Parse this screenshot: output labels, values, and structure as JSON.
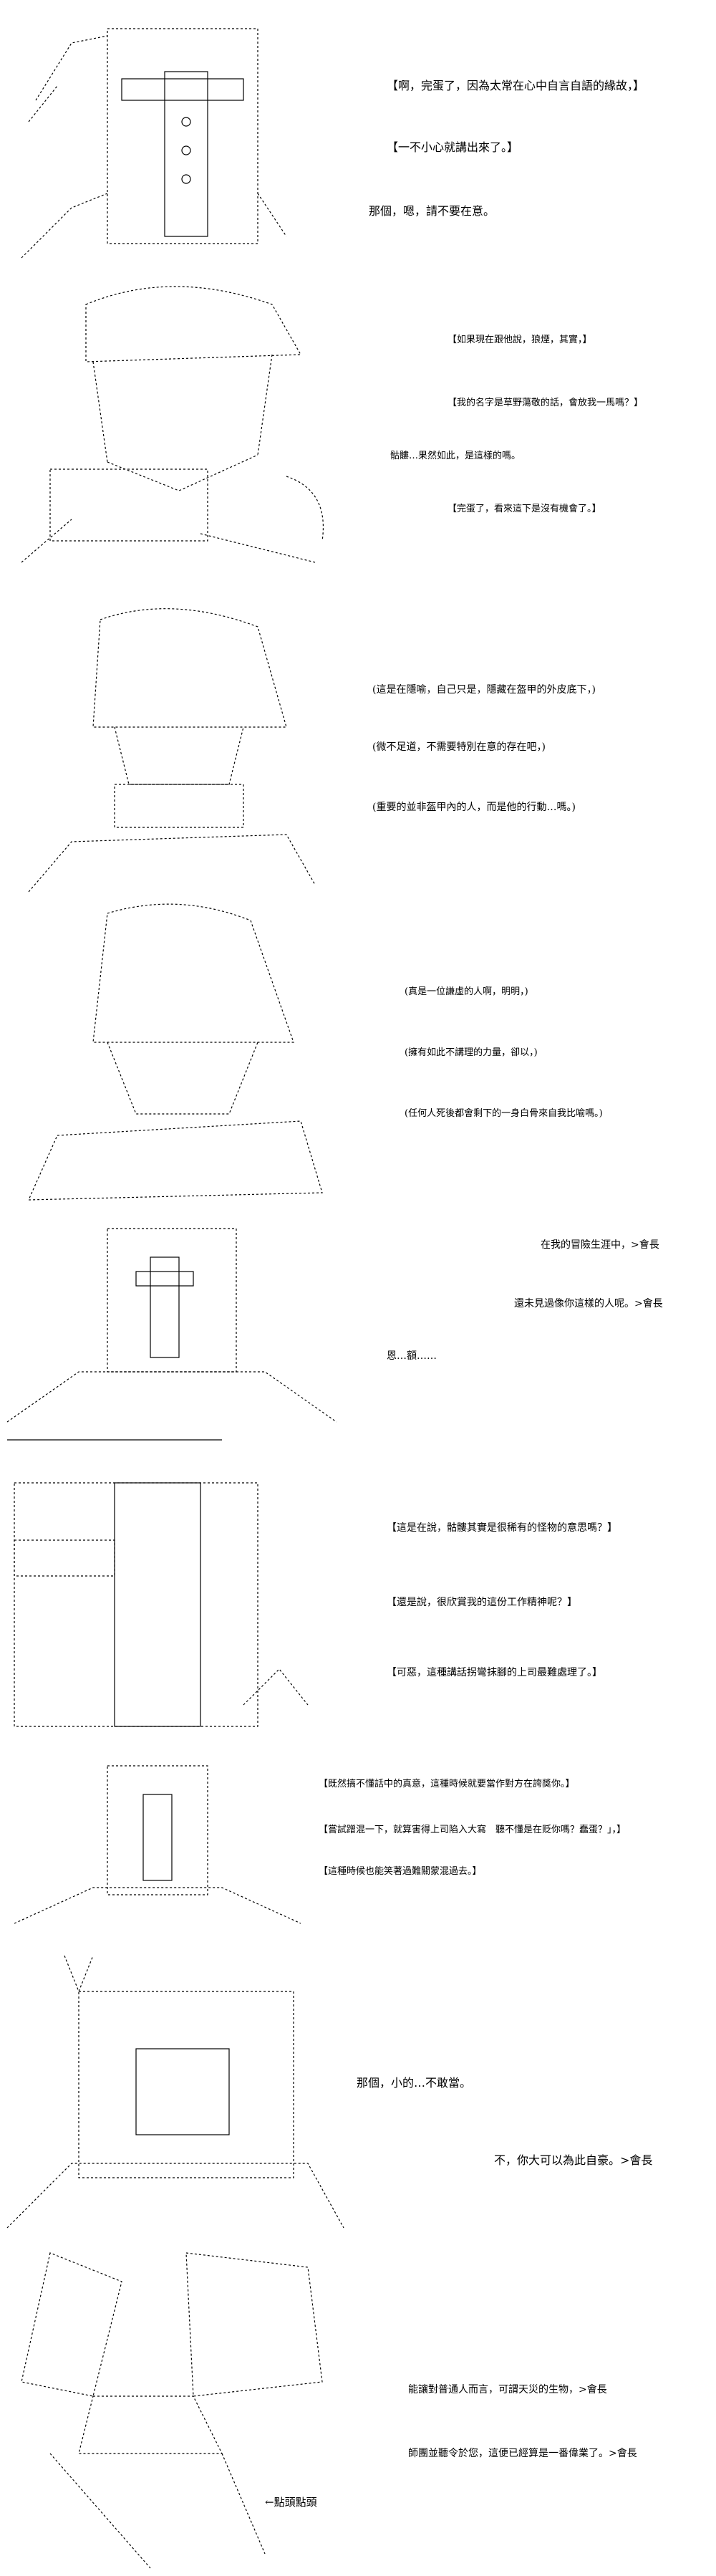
{
  "panels": [
    {
      "lines": [
        "【啊，完蛋了，因為太常在心中自言自語的緣故，】",
        "【一不小心就講出來了。】",
        "那個，嗯，請不要在意。"
      ]
    },
    {
      "lines": [
        "【如果現在跟他說，狼煙，其實，】",
        "【我的名字是草野蕩敬的話，會放我一馬嗎？】",
        "骷髏…果然如此，是這樣的嗎。",
        "【完蛋了，看來這下是沒有機會了。】"
      ]
    },
    {
      "lines": [
        "(這是在隱喻，自己只是，隱藏在盔甲的外皮底下，)",
        "(微不足道，不需要特別在意的存在吧，)",
        "(重要的並非盔甲內的人，而是他的行動…嗎。)"
      ]
    },
    {
      "lines": [
        "(真是一位謙虛的人啊，明明，)",
        "(擁有如此不講理的力量，卻以，)",
        "(任何人死後都會剩下的一身白骨來自我比喻嗎。)"
      ]
    },
    {
      "lines": [
        "在我的冒險生涯中，>會長",
        "還未見過像你這樣的人呢。>會長",
        "恩…額……"
      ]
    },
    {
      "lines": [
        "【這是在說，骷髏其實是很稀有的怪物的意思嗎？】",
        "【還是說，很欣賞我的這份工作精神呢？】",
        "【可惡，這種講話拐彎抹腳的上司最難處理了。】"
      ]
    },
    {
      "lines": [
        "【既然搞不懂話中的真意，這種時候就要當作對方在誇獎你。】",
        "【嘗試蹭混一下，就算害得上司陷入大寫　聽不懂是在贬你嗎？蠢蛋？」，】",
        "【這種時候也能笑著過難關蒙混過去。】"
      ]
    },
    {
      "lines": [
        "那個，小的…不敢當。",
        "不，你大可以為此自豪。>會長"
      ]
    },
    {
      "lines": [
        "能讓對普通人而言，可謂天災的生物，>會長",
        "師團並聽令於您，這便已經算是一番偉業了。>會長"
      ],
      "caption": "←點頭點頭"
    }
  ]
}
